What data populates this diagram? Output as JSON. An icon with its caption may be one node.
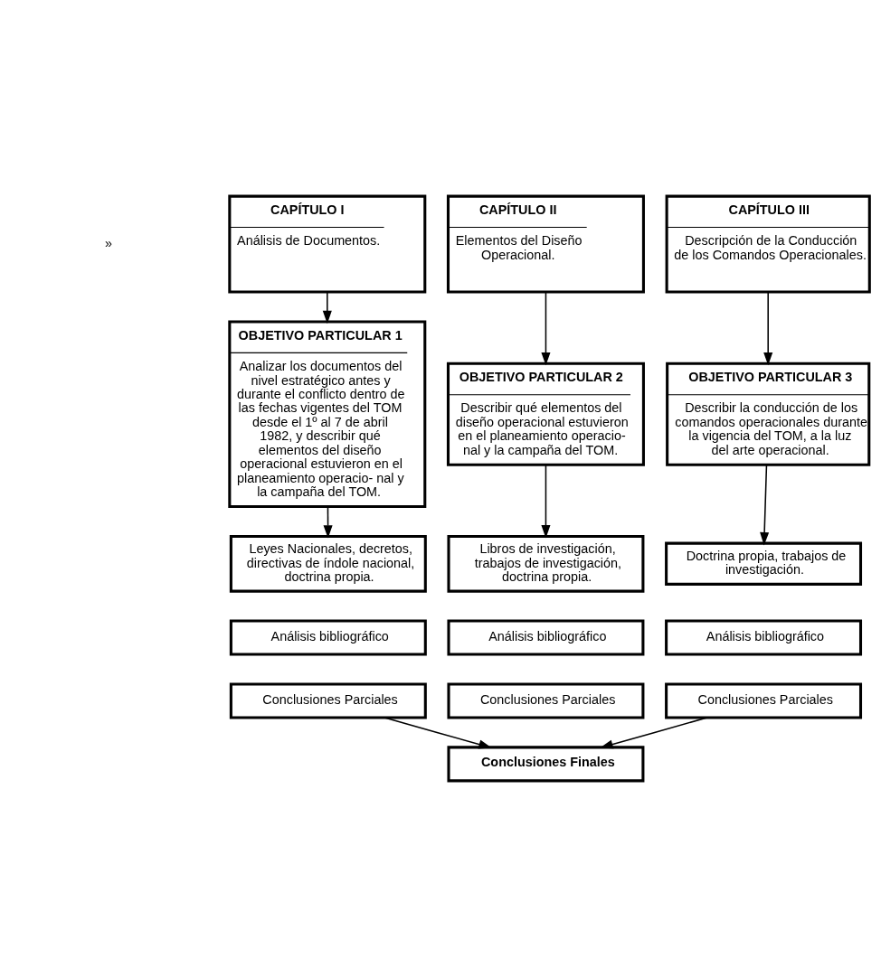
{
  "diagram": {
    "nodes": [
      {
        "text": [
          "CAPÍTULO I",
          "Análisis de Documentos."
        ]
      },
      {
        "text": [
          "CAPÍTULO II",
          "Elementos del Diseño Operacional."
        ]
      },
      {
        "text": [
          "CAPÍTULO III",
          "Descripción de la Conducción de los Comandos Operacionales."
        ]
      },
      {
        "text": [
          "OBJETIVO PARTICULAR 1",
          "Analizar los documentos del nivel estratégico antes y durante el conflicto dentro de las fechas vigentes del TOM desde el 1º al 7 de abril 1982, y describir qué elementos del diseño operacional estuvieron en el planeamiento operacio- nal y la campaña del TOM."
        ]
      },
      {
        "text": [
          "OBJETIVO PARTICULAR 2",
          "Describir qué elementos del diseño operacional estuvieron en el planeamiento operacio- nal y la campaña del TOM."
        ]
      },
      {
        "text": [
          "OBJETIVO PARTICULAR 3",
          "Describir la conducción de los comandos operacionales durante la vigencia del TOM, a la luz del arte operacional."
        ]
      },
      {
        "text": [
          "Leyes Nacionales, decretos, directivas de índole nacional, doctrina propia."
        ]
      },
      {
        "text": [
          "Libros de investigación, trabajos de investigación, doctrina propia."
        ]
      },
      {
        "text": [
          "Doctrina propia, trabajos de investigación."
        ]
      },
      {
        "text": [
          "Análisis bibliográfico"
        ]
      },
      {
        "text": [
          "Análisis bibliográfico"
        ]
      },
      {
        "text": [
          "Análisis bibliográfico"
        ]
      },
      {
        "text": [
          "Conclusiones Parciales"
        ]
      },
      {
        "text": [
          "Conclusiones Parciales"
        ]
      },
      {
        "text": [
          "Conclusiones Parciales"
        ]
      },
      {
        "text": [
          "Conclusiones Finales"
        ]
      }
    ],
    "edges": [
      {
        "from": 0,
        "to": 3,
        "arrow": "to"
      },
      {
        "from": 1,
        "to": 4,
        "arrow": "to"
      },
      {
        "from": 2,
        "to": 5,
        "arrow": "to"
      },
      {
        "from": 3,
        "to": 6,
        "arrow": "to"
      },
      {
        "from": 4,
        "to": 7,
        "arrow": "to"
      },
      {
        "from": 5,
        "to": 8,
        "arrow": "to"
      },
      {
        "from": 12,
        "to": 15,
        "arrow": "to"
      },
      {
        "from": 14,
        "to": 15,
        "arrow": "to"
      }
    ],
    "labels": [
      "»"
    ]
  }
}
